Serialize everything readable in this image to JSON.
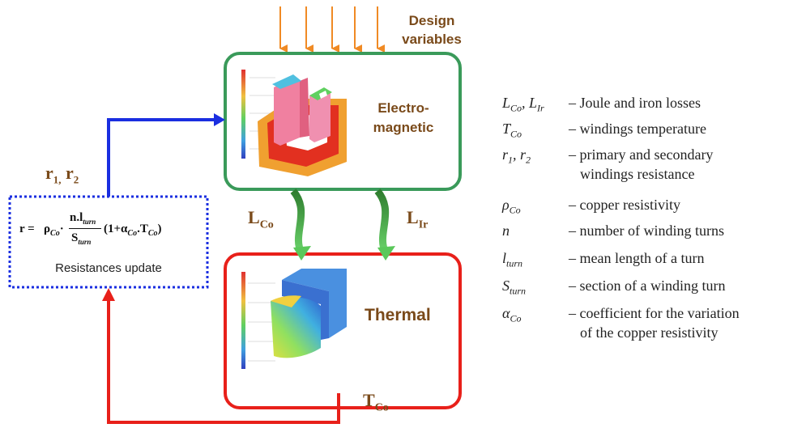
{
  "design_variables_label": [
    "Design",
    "variables"
  ],
  "blocks": {
    "em": {
      "label": [
        "Electro-",
        "magnetic"
      ]
    },
    "thermal": {
      "label": "Thermal"
    },
    "update": {
      "label": "Resistances update"
    }
  },
  "formula": {
    "lhs": "r =",
    "rho": "ρ",
    "rho_sub": "Co",
    "dot": "·",
    "num_n": "n.l",
    "num_sub": "turn",
    "den": "S",
    "den_sub": "turn",
    "tail_a": "(1+α",
    "tail_sub1": "Co",
    "tail_b": ".T",
    "tail_sub2": "Co",
    "tail_c": ")"
  },
  "flows": {
    "r_label": "r",
    "r_sub1": "1,",
    "r_sep": " r",
    "r_sub2": "2",
    "lco_main": "L",
    "lco_sub": "Co",
    "lir_main": "L",
    "lir_sub": "Ir",
    "tco_main": "T",
    "tco_sub": "Co"
  },
  "legend": [
    {
      "sym": "L",
      "sub": "Co",
      "sym2": ", L",
      "sub2": "Ir",
      "desc": "– Joule and iron losses"
    },
    {
      "sym": "T",
      "sub": "Co",
      "desc": "– windings temperature"
    },
    {
      "sym": "r",
      "sub": "1",
      "sym2": ", r",
      "sub2": "2",
      "desc": "– primary and secondary",
      "desc2": "windings resistance"
    },
    {
      "sym": "ρ",
      "sub": "Co",
      "desc": "– copper resistivity"
    },
    {
      "sym": "n",
      "desc": "– number of winding turns"
    },
    {
      "sym": "l",
      "sub": "turn",
      "desc": "– mean length of a turn"
    },
    {
      "sym": "S",
      "sub": "turn",
      "desc": "– section of a winding turn"
    },
    {
      "sym": "α",
      "sub": "Co",
      "desc": "– coefficient for the variation",
      "desc2": "of the copper resistivity"
    }
  ],
  "colors": {
    "design_arrows": "#f08a24",
    "em_box": "#3a9a5a",
    "thermal_box": "#e8201a",
    "update_box": "#1a2ee0",
    "blue_arrow": "#1a2ee0",
    "red_arrow": "#e8201a",
    "green_arrows": "#3aa03a",
    "label_brown": "#7a4a1a"
  }
}
